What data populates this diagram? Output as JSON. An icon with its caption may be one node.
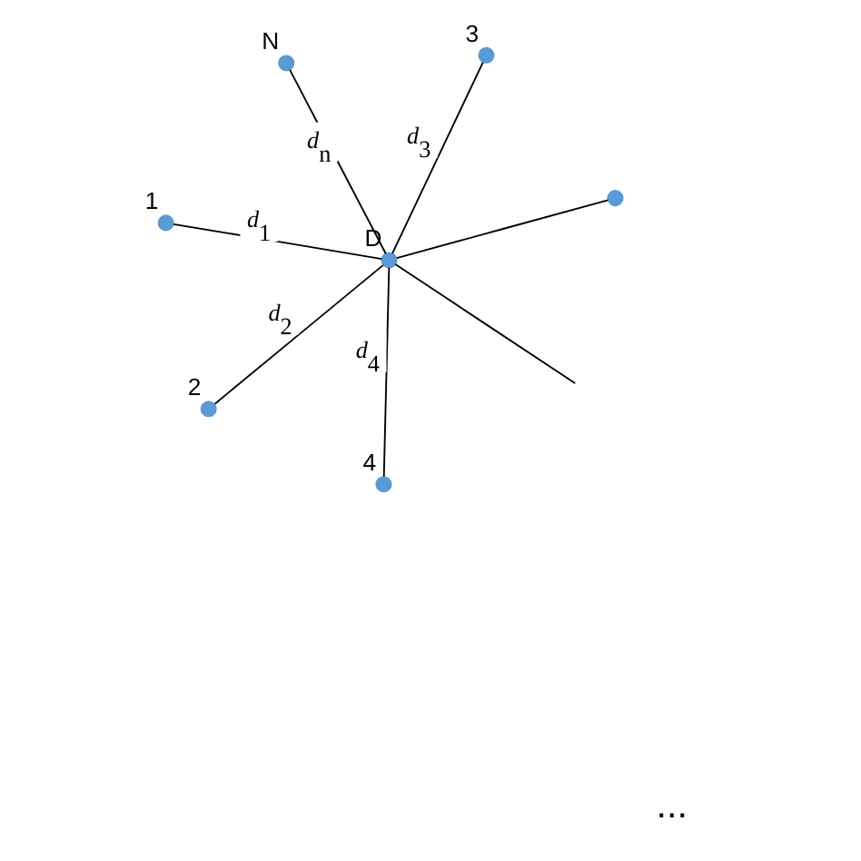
{
  "diagram": {
    "nodes": [
      {
        "text": [],
        "shape": "circle",
        "beside": [
          "D"
        ]
      },
      {
        "text": [],
        "shape": "circle",
        "beside": [
          "1"
        ]
      },
      {
        "text": [],
        "shape": "circle",
        "beside": [
          "2"
        ]
      },
      {
        "text": [],
        "shape": "circle",
        "beside": [
          "3"
        ]
      },
      {
        "text": [],
        "shape": "circle",
        "beside": [
          "4"
        ]
      },
      {
        "text": [],
        "shape": "circle",
        "beside": [
          "N"
        ]
      },
      {
        "text": [],
        "shape": "circle"
      }
    ],
    "edges": [
      {
        "from": 0,
        "to": 1,
        "arrow": "none",
        "label": "d$_{1}$"
      },
      {
        "from": 0,
        "to": 2,
        "arrow": "none",
        "label": "d$_{2}$"
      },
      {
        "from": 0,
        "to": 3,
        "arrow": "none",
        "label": "d$_{3}$"
      },
      {
        "from": 0,
        "to": 4,
        "arrow": "none",
        "label": "d$_{4}$"
      },
      {
        "from": 0,
        "to": null,
        "arrow": "none"
      },
      {
        "from": 0,
        "to": 6,
        "arrow": "none"
      },
      {
        "from": 0,
        "to": 5,
        "arrow": "none",
        "label": "d$_{n}$"
      }
    ],
    "labels": [
      "..."
    ]
  }
}
